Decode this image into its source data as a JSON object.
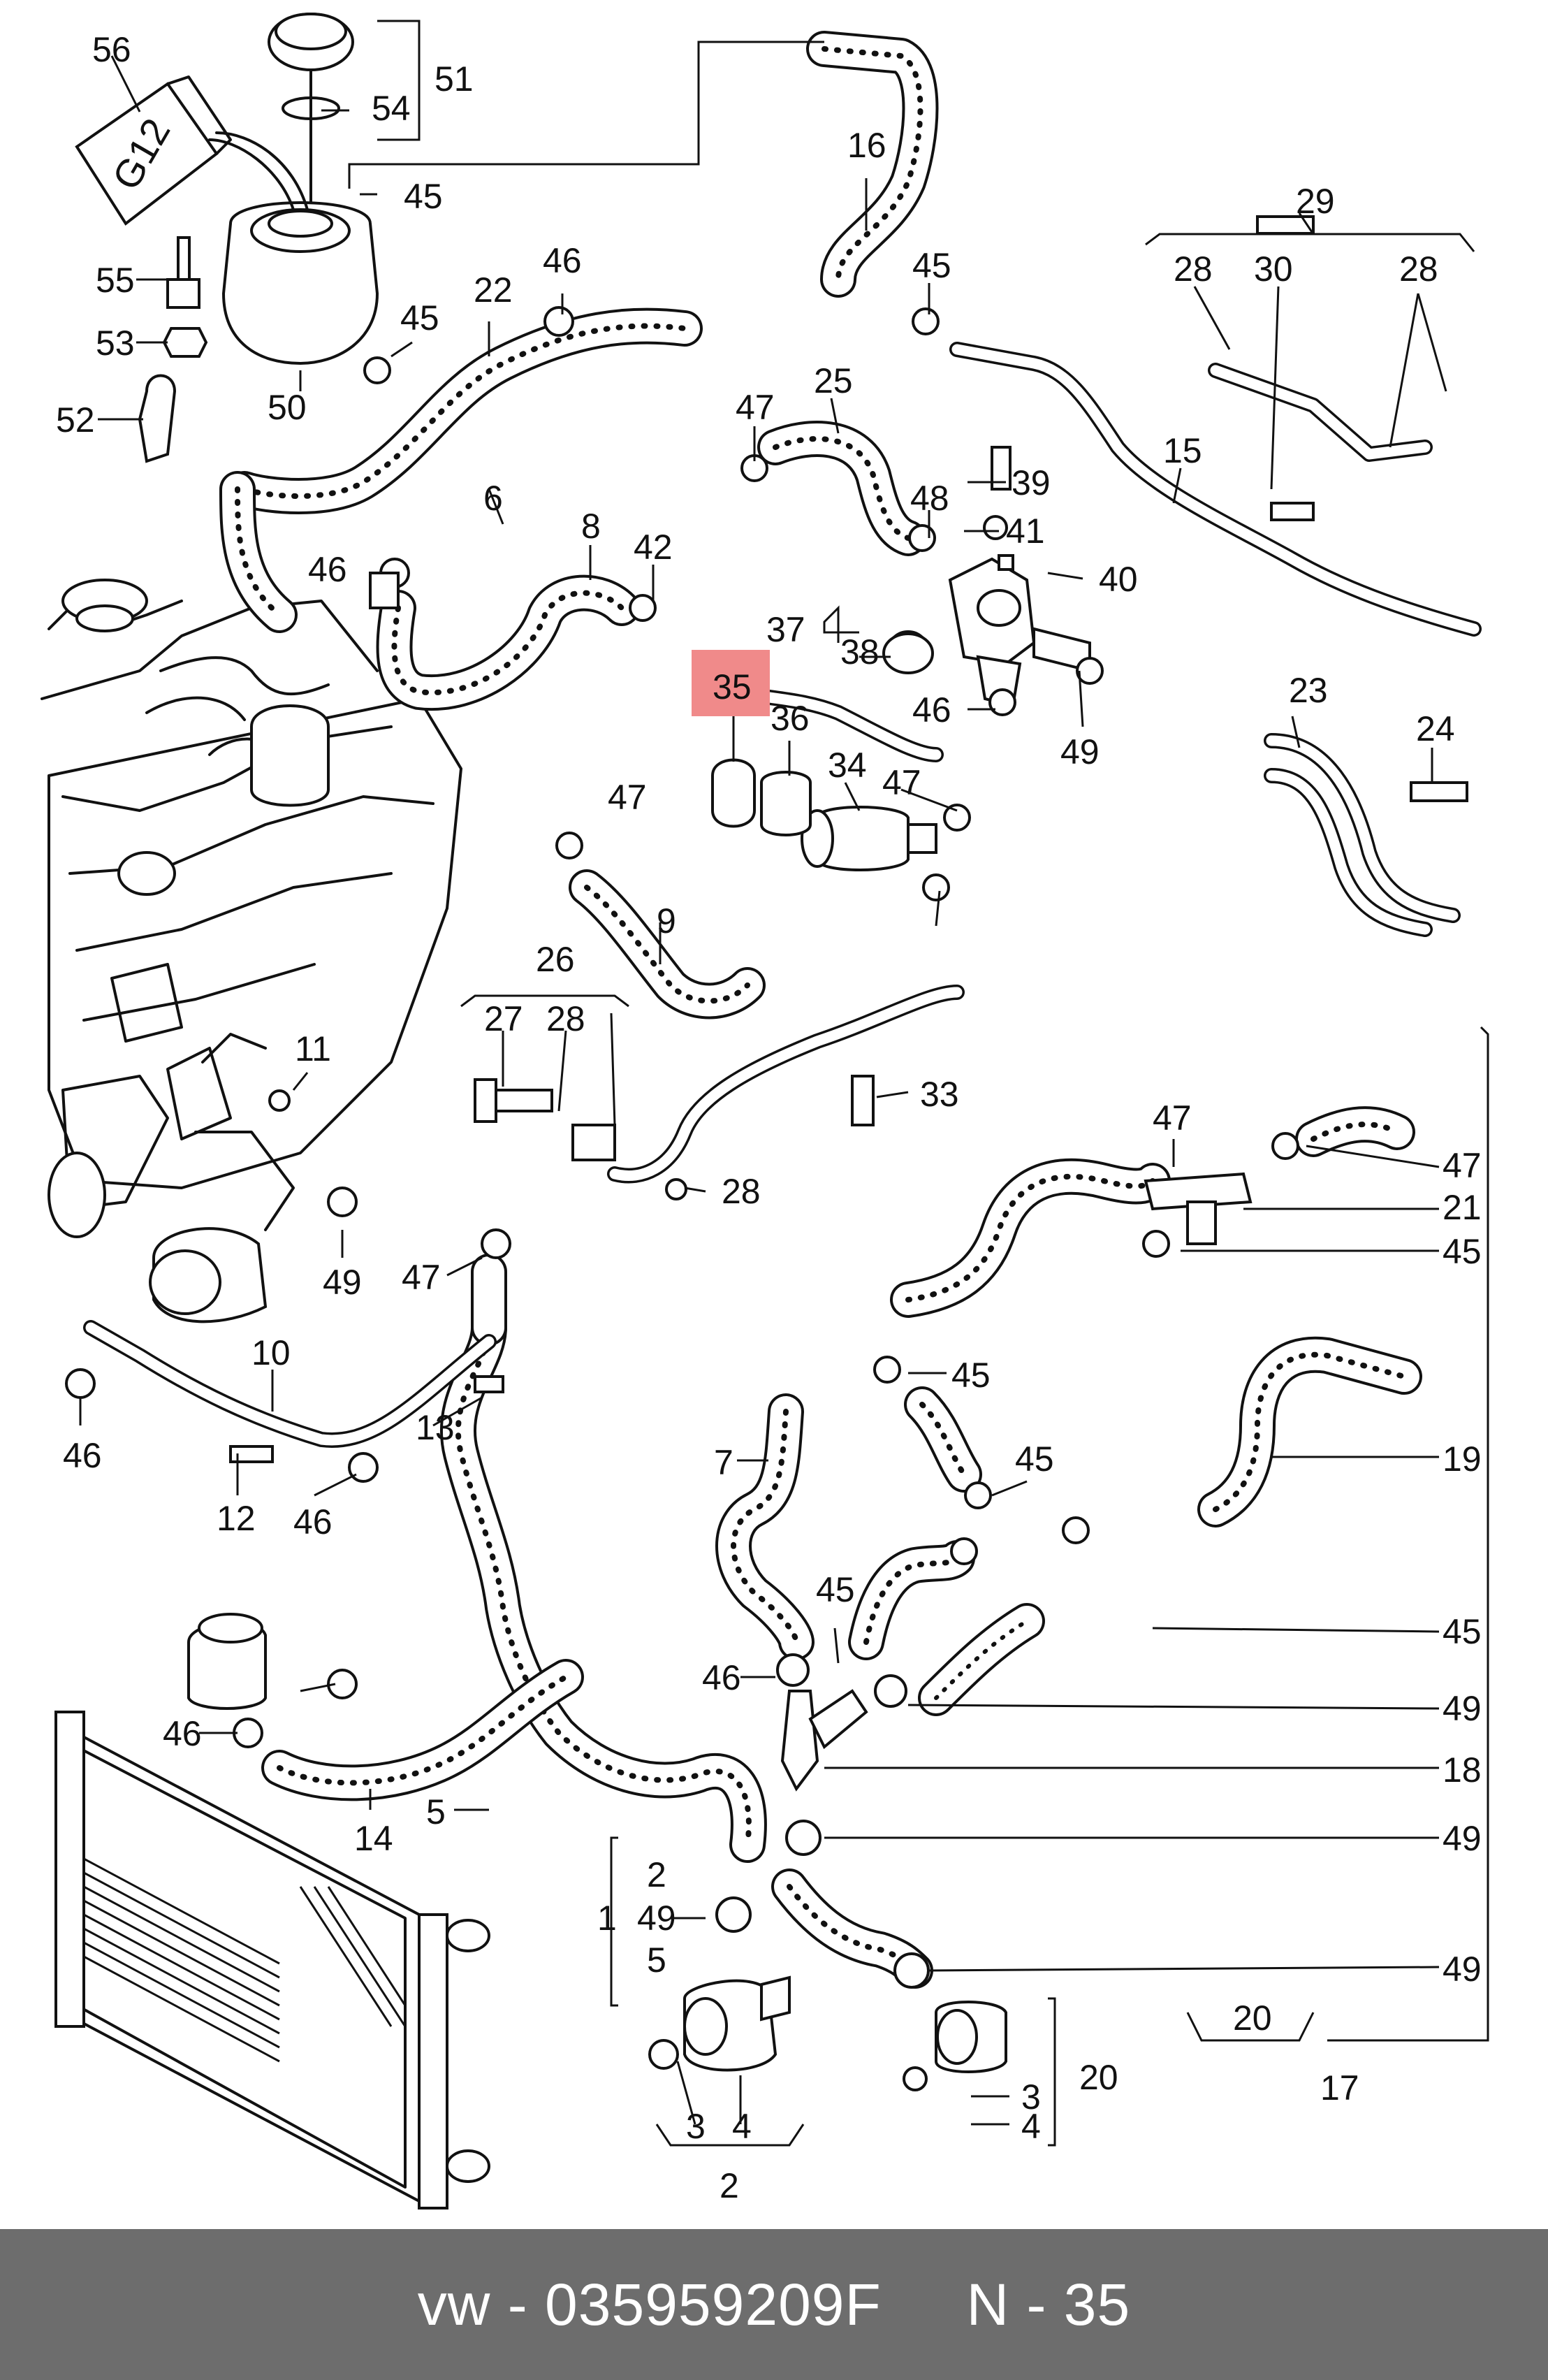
{
  "diagram": {
    "labels": [
      "56",
      "54",
      "51",
      "45",
      "55",
      "53",
      "52",
      "50",
      "22",
      "46",
      "45",
      "16",
      "45",
      "29",
      "28",
      "30",
      "28",
      "15",
      "25",
      "47",
      "39",
      "48",
      "41",
      "40",
      "37",
      "38",
      "6",
      "8",
      "42",
      "46",
      "35",
      "36",
      "34",
      "47",
      "46",
      "49",
      "23",
      "24",
      "47",
      "9",
      "26",
      "27",
      "28",
      "33",
      "11",
      "28",
      "47",
      "47",
      "21",
      "45",
      "49",
      "47",
      "10",
      "13",
      "46",
      "12",
      "46",
      "45",
      "7",
      "45",
      "19",
      "45",
      "45",
      "46",
      "49",
      "46",
      "14",
      "5",
      "18",
      "49",
      "2",
      "1",
      "49",
      "5",
      "49",
      "3",
      "4",
      "2",
      "3",
      "4",
      "20",
      "20",
      "17"
    ],
    "highlighted_label": "35"
  },
  "footer": {
    "text": "vw - 035959209F     N - 35"
  },
  "colors": {
    "highlight": "#f08a8a",
    "footer_bg": "#6d6d6d",
    "footer_text": "#ffffff",
    "ink": "#111111"
  }
}
